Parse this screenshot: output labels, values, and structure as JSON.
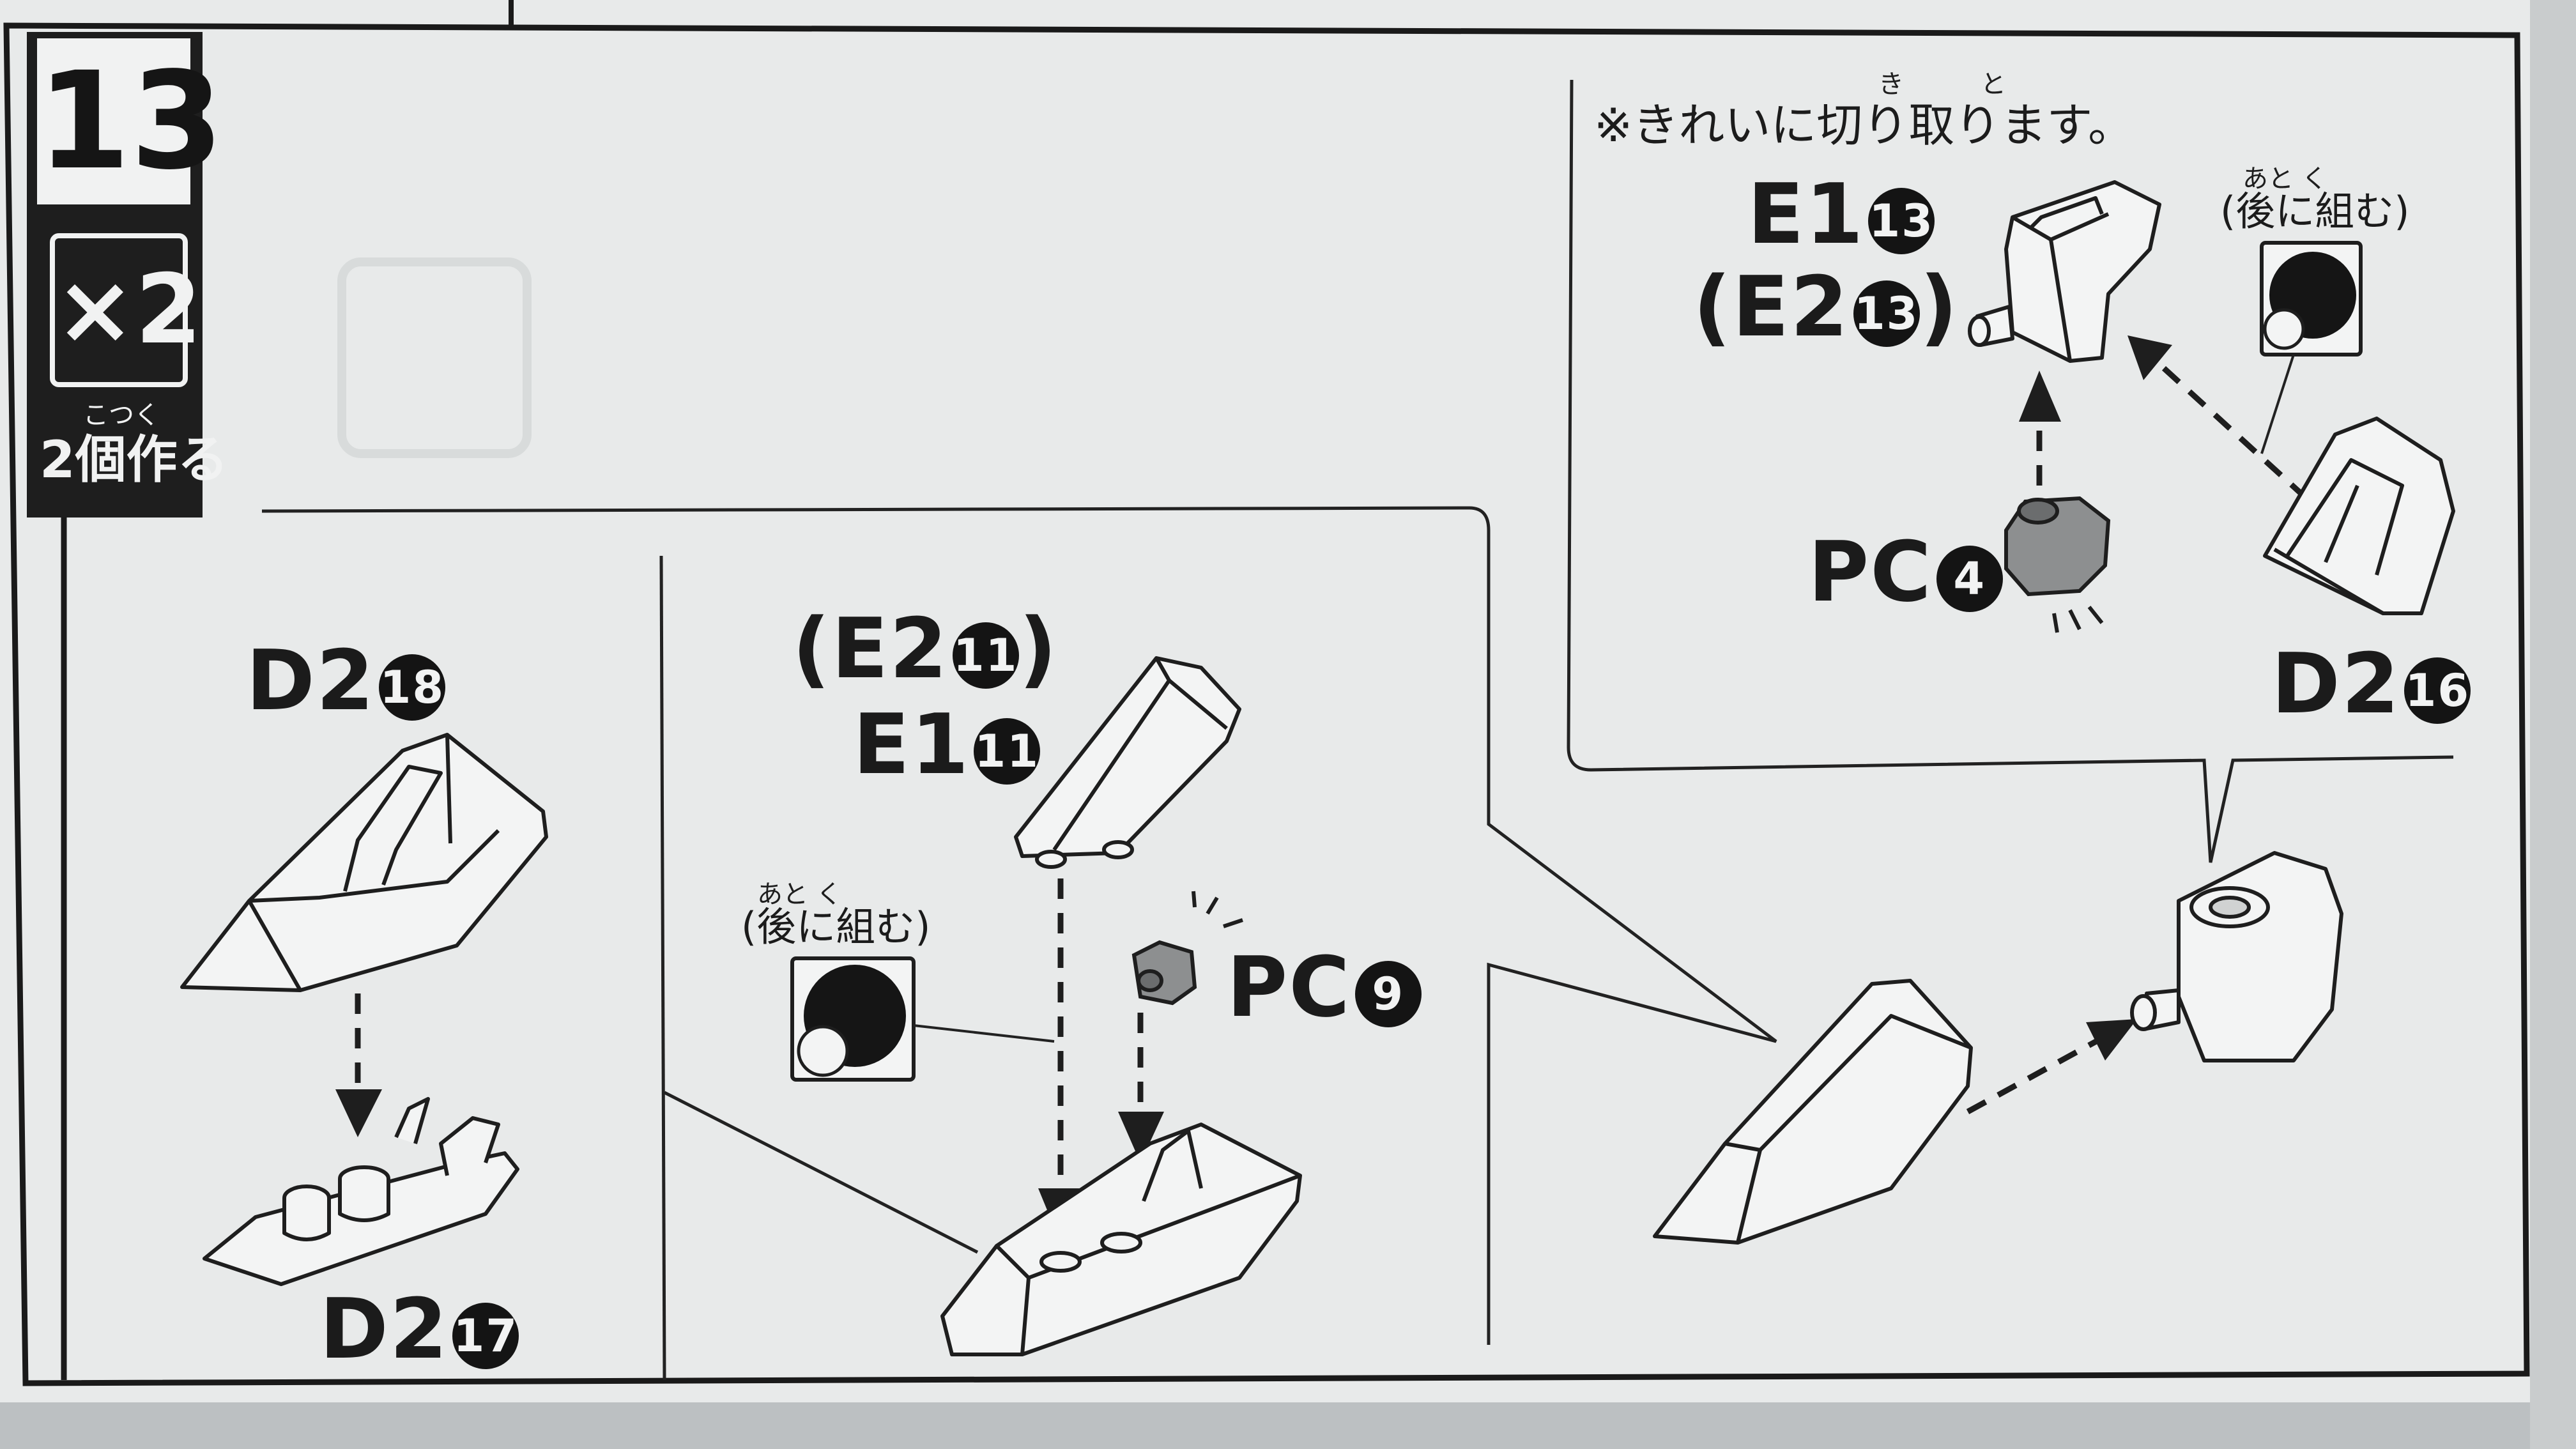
{
  "step": {
    "number": "13",
    "multiplier": "×2",
    "instruction": "2個作る",
    "instruction_ruby": "こつく"
  },
  "note": {
    "text": "※きれいに切り取ります。",
    "ruby": [
      "き",
      "と"
    ]
  },
  "later_notes": [
    {
      "text": "(後に組む)",
      "ruby": "あと く"
    },
    {
      "text": "(後に組む)",
      "ruby": "あと く"
    }
  ],
  "parts": {
    "d2_18": {
      "name": "D2",
      "num": "18"
    },
    "d2_17": {
      "name": "D2",
      "num": "17"
    },
    "e2_11": {
      "open": "(E2",
      "num": "11",
      "close": ")"
    },
    "e1_11": {
      "name": "E1",
      "num": "11"
    },
    "pc_9": {
      "name": "PC",
      "num": "9"
    },
    "e1_13": {
      "name": "E1",
      "num": "13"
    },
    "e2_13": {
      "open": "(E2",
      "num": "13",
      "close": ")"
    },
    "pc_4": {
      "name": "PC",
      "num": "4"
    },
    "d2_16": {
      "name": "D2",
      "num": "16"
    }
  },
  "colors": {
    "paper": "#e9ebeb",
    "ink": "#1b1b1b",
    "part_fill": "#f3f4f4",
    "polycap": "#8d8f90"
  }
}
